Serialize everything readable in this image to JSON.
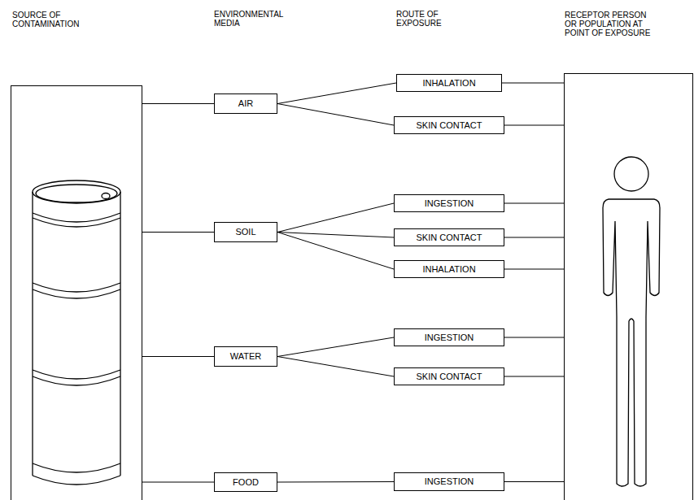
{
  "diagram": {
    "nodes": [
      {
        "text": [
          "SOURCE OF CONTAMINATION"
        ]
      },
      {
        "text": [
          "AIR"
        ]
      },
      {
        "text": [
          "SOIL"
        ]
      },
      {
        "text": [
          "WATER"
        ]
      },
      {
        "text": [
          "FOOD"
        ]
      },
      {
        "text": [
          "INHALATION"
        ]
      },
      {
        "text": [
          "SKIN CONTACT"
        ]
      },
      {
        "text": [
          "INGESTION"
        ]
      },
      {
        "text": [
          "SKIN CONTACT"
        ]
      },
      {
        "text": [
          "INHALATION"
        ]
      },
      {
        "text": [
          "INGESTION"
        ]
      },
      {
        "text": [
          "SKIN CONTACT"
        ]
      },
      {
        "text": [
          "INGESTION"
        ]
      },
      {
        "text": [
          "RECEPTOR PERSON OR POPULATION AT POINT OF EXPOSURE"
        ]
      }
    ],
    "edges": [
      {
        "from": 0,
        "to": 1,
        "arrow": "none"
      },
      {
        "from": 0,
        "to": 2,
        "arrow": "none"
      },
      {
        "from": 0,
        "to": 3,
        "arrow": "none"
      },
      {
        "from": 0,
        "to": 4,
        "arrow": "none"
      },
      {
        "from": 1,
        "to": 5,
        "arrow": "none"
      },
      {
        "from": 1,
        "to": 6,
        "arrow": "none"
      },
      {
        "from": 2,
        "to": 7,
        "arrow": "none"
      },
      {
        "from": 2,
        "to": 8,
        "arrow": "none"
      },
      {
        "from": 2,
        "to": 9,
        "arrow": "none"
      },
      {
        "from": 3,
        "to": 10,
        "arrow": "none"
      },
      {
        "from": 3,
        "to": 11,
        "arrow": "none"
      },
      {
        "from": 4,
        "to": 12,
        "arrow": "none"
      },
      {
        "from": 5,
        "to": 13,
        "arrow": "none"
      },
      {
        "from": 6,
        "to": 13,
        "arrow": "none"
      },
      {
        "from": 7,
        "to": 13,
        "arrow": "none"
      },
      {
        "from": 8,
        "to": 13,
        "arrow": "none"
      },
      {
        "from": 9,
        "to": 13,
        "arrow": "none"
      },
      {
        "from": 10,
        "to": 13,
        "arrow": "none"
      },
      {
        "from": 11,
        "to": 13,
        "arrow": "none"
      },
      {
        "from": 12,
        "to": 13,
        "arrow": "none"
      }
    ],
    "labels": [
      "ENVIRONMENTAL MEDIA",
      "ROUTE OF EXPOSURE"
    ]
  }
}
